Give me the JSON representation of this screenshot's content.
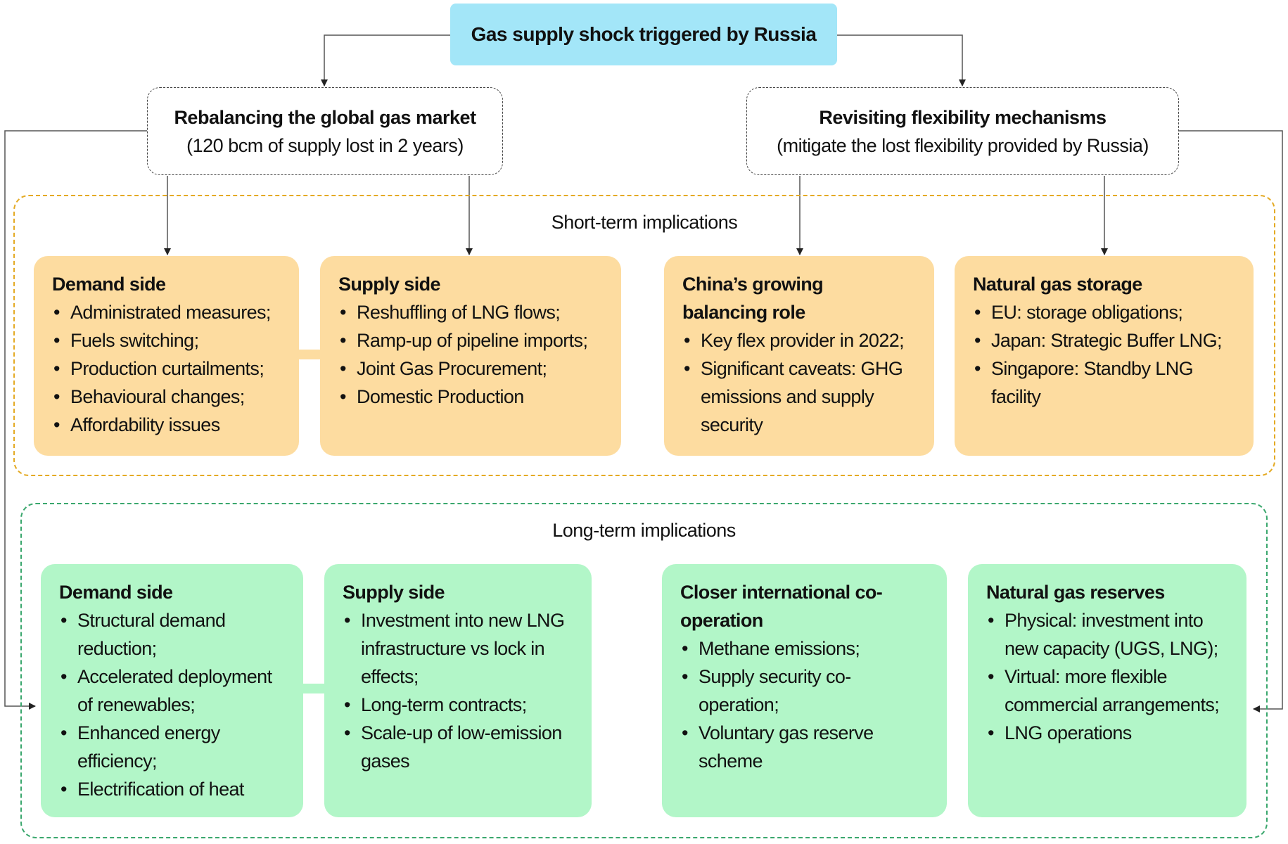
{
  "title": "Gas supply shock triggered by Russia",
  "branches": [
    {
      "title": "Rebalancing the global gas market",
      "subtitle": "(120 bcm of supply lost in 2 years)"
    },
    {
      "title": "Revisiting flexibility mechanisms",
      "subtitle": "(mitigate the lost flexibility provided by Russia)"
    }
  ],
  "short_term": {
    "label": "Short-term implications",
    "cards": [
      {
        "heading": "Demand side",
        "items": [
          "Administrated measures;",
          "Fuels switching;",
          "Production curtailments;",
          "Behavioural changes;",
          "Affordability issues"
        ]
      },
      {
        "heading": "Supply side",
        "items": [
          "Reshuffling of LNG flows;",
          "Ramp-up of pipeline imports;",
          "Joint Gas Procurement;",
          "Domestic Production"
        ]
      },
      {
        "heading": "China’s growing balancing role",
        "items": [
          "Key flex provider in 2022;",
          "Significant caveats: GHG emissions and supply security"
        ]
      },
      {
        "heading": "Natural gas storage",
        "items": [
          "EU: storage obligations;",
          "Japan: Strategic Buffer LNG;",
          "Singapore: Standby LNG facility"
        ]
      }
    ]
  },
  "long_term": {
    "label": "Long-term implications",
    "cards": [
      {
        "heading": "Demand side",
        "items": [
          "Structural demand reduction;",
          "Accelerated deployment of renewables;",
          "Enhanced energy efficiency;",
          "Electrification of heat"
        ]
      },
      {
        "heading": "Supply side",
        "items": [
          "Investment into new LNG infrastructure vs lock in effects;",
          "Long-term contracts;",
          "Scale-up of low-emission gases"
        ]
      },
      {
        "heading": "Closer international co-operation",
        "items": [
          "Methane emissions;",
          "Supply security co-operation;",
          "Voluntary gas reserve scheme"
        ]
      },
      {
        "heading": "Natural gas reserves",
        "items": [
          "Physical: investment into new capacity (UGS, LNG);",
          "Virtual: more flexible commercial arrangements;",
          "LNG operations"
        ]
      }
    ]
  },
  "colors": {
    "top": "#a3e6f8",
    "short_term_card": "#fddca0",
    "short_term_border": "#e4aa24",
    "long_term_card": "#b2f6c8",
    "long_term_border": "#3aa76d",
    "connector": "#444444"
  }
}
